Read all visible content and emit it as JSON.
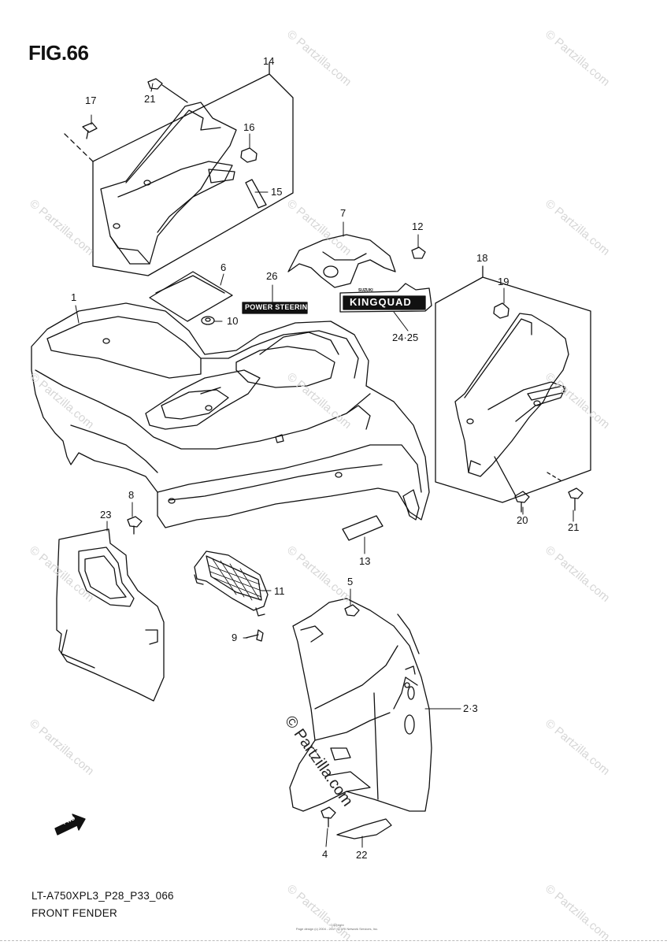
{
  "figure": {
    "title": "FIG.66",
    "model_code": "LT-A750XPL3_P28_P33_066",
    "name": "FRONT FENDER",
    "copyright_line1": "Copyright",
    "copyright_line2": "Page design (c) 2004 - 2017 by ARI Network Services, Inc."
  },
  "callouts": [
    {
      "id": "c14",
      "text": "14"
    },
    {
      "id": "c21a",
      "text": "21"
    },
    {
      "id": "c17",
      "text": "17"
    },
    {
      "id": "c16",
      "text": "16"
    },
    {
      "id": "c15",
      "text": "15"
    },
    {
      "id": "c7",
      "text": "7"
    },
    {
      "id": "c12",
      "text": "12"
    },
    {
      "id": "c6",
      "text": "6"
    },
    {
      "id": "c26",
      "text": "26"
    },
    {
      "id": "c18",
      "text": "18"
    },
    {
      "id": "c19",
      "text": "19"
    },
    {
      "id": "c1",
      "text": "1"
    },
    {
      "id": "c10",
      "text": "10"
    },
    {
      "id": "c2425",
      "text": "24·25"
    },
    {
      "id": "c8",
      "text": "8"
    },
    {
      "id": "c23",
      "text": "23"
    },
    {
      "id": "c20",
      "text": "20"
    },
    {
      "id": "c21b",
      "text": "21"
    },
    {
      "id": "c13",
      "text": "13"
    },
    {
      "id": "c11",
      "text": "11"
    },
    {
      "id": "c5",
      "text": "5"
    },
    {
      "id": "c9",
      "text": "9"
    },
    {
      "id": "c23b",
      "text": "2·3"
    },
    {
      "id": "c4",
      "text": "4"
    },
    {
      "id": "c22",
      "text": "22"
    }
  ],
  "decals": {
    "power_steering": "POWER STEERING",
    "kingquad": "KINGQUAD",
    "suzuki": "SUZUKI"
  },
  "fwd_arrow": "FWD",
  "watermarks": {
    "small": "© Partzilla.com",
    "center": "© Partzilla.com"
  }
}
